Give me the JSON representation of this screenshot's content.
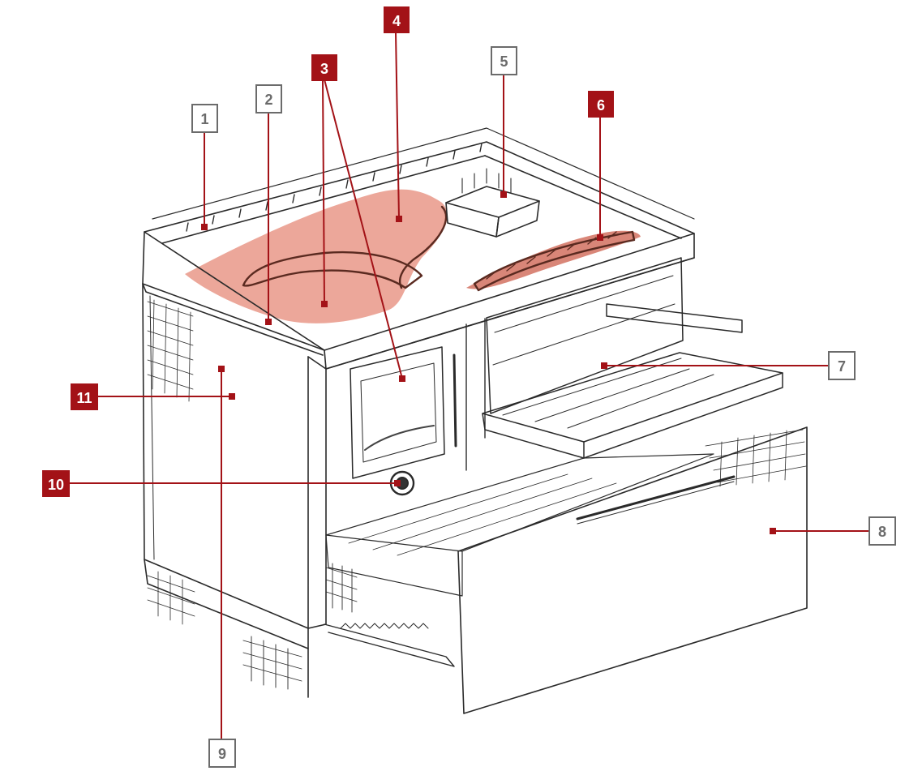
{
  "colors": {
    "accent": "#a31217",
    "outline_label_text": "#6b6b6b",
    "outline_label_border": "#6b6b6b",
    "filled_label_text": "#ffffff",
    "sketch_ink": "#2a2a2a",
    "highlight_fill": "#e58a78"
  },
  "callouts": [
    {
      "id": "1",
      "label": "1",
      "style": "outline"
    },
    {
      "id": "2",
      "label": "2",
      "style": "outline"
    },
    {
      "id": "3",
      "label": "3",
      "style": "filled"
    },
    {
      "id": "4",
      "label": "4",
      "style": "filled"
    },
    {
      "id": "5",
      "label": "5",
      "style": "outline"
    },
    {
      "id": "6",
      "label": "6",
      "style": "filled"
    },
    {
      "id": "7",
      "label": "7",
      "style": "outline"
    },
    {
      "id": "8",
      "label": "8",
      "style": "outline"
    },
    {
      "id": "9",
      "label": "9",
      "style": "outline"
    },
    {
      "id": "10",
      "label": "10",
      "style": "filled"
    },
    {
      "id": "11",
      "label": "11",
      "style": "filled"
    }
  ]
}
